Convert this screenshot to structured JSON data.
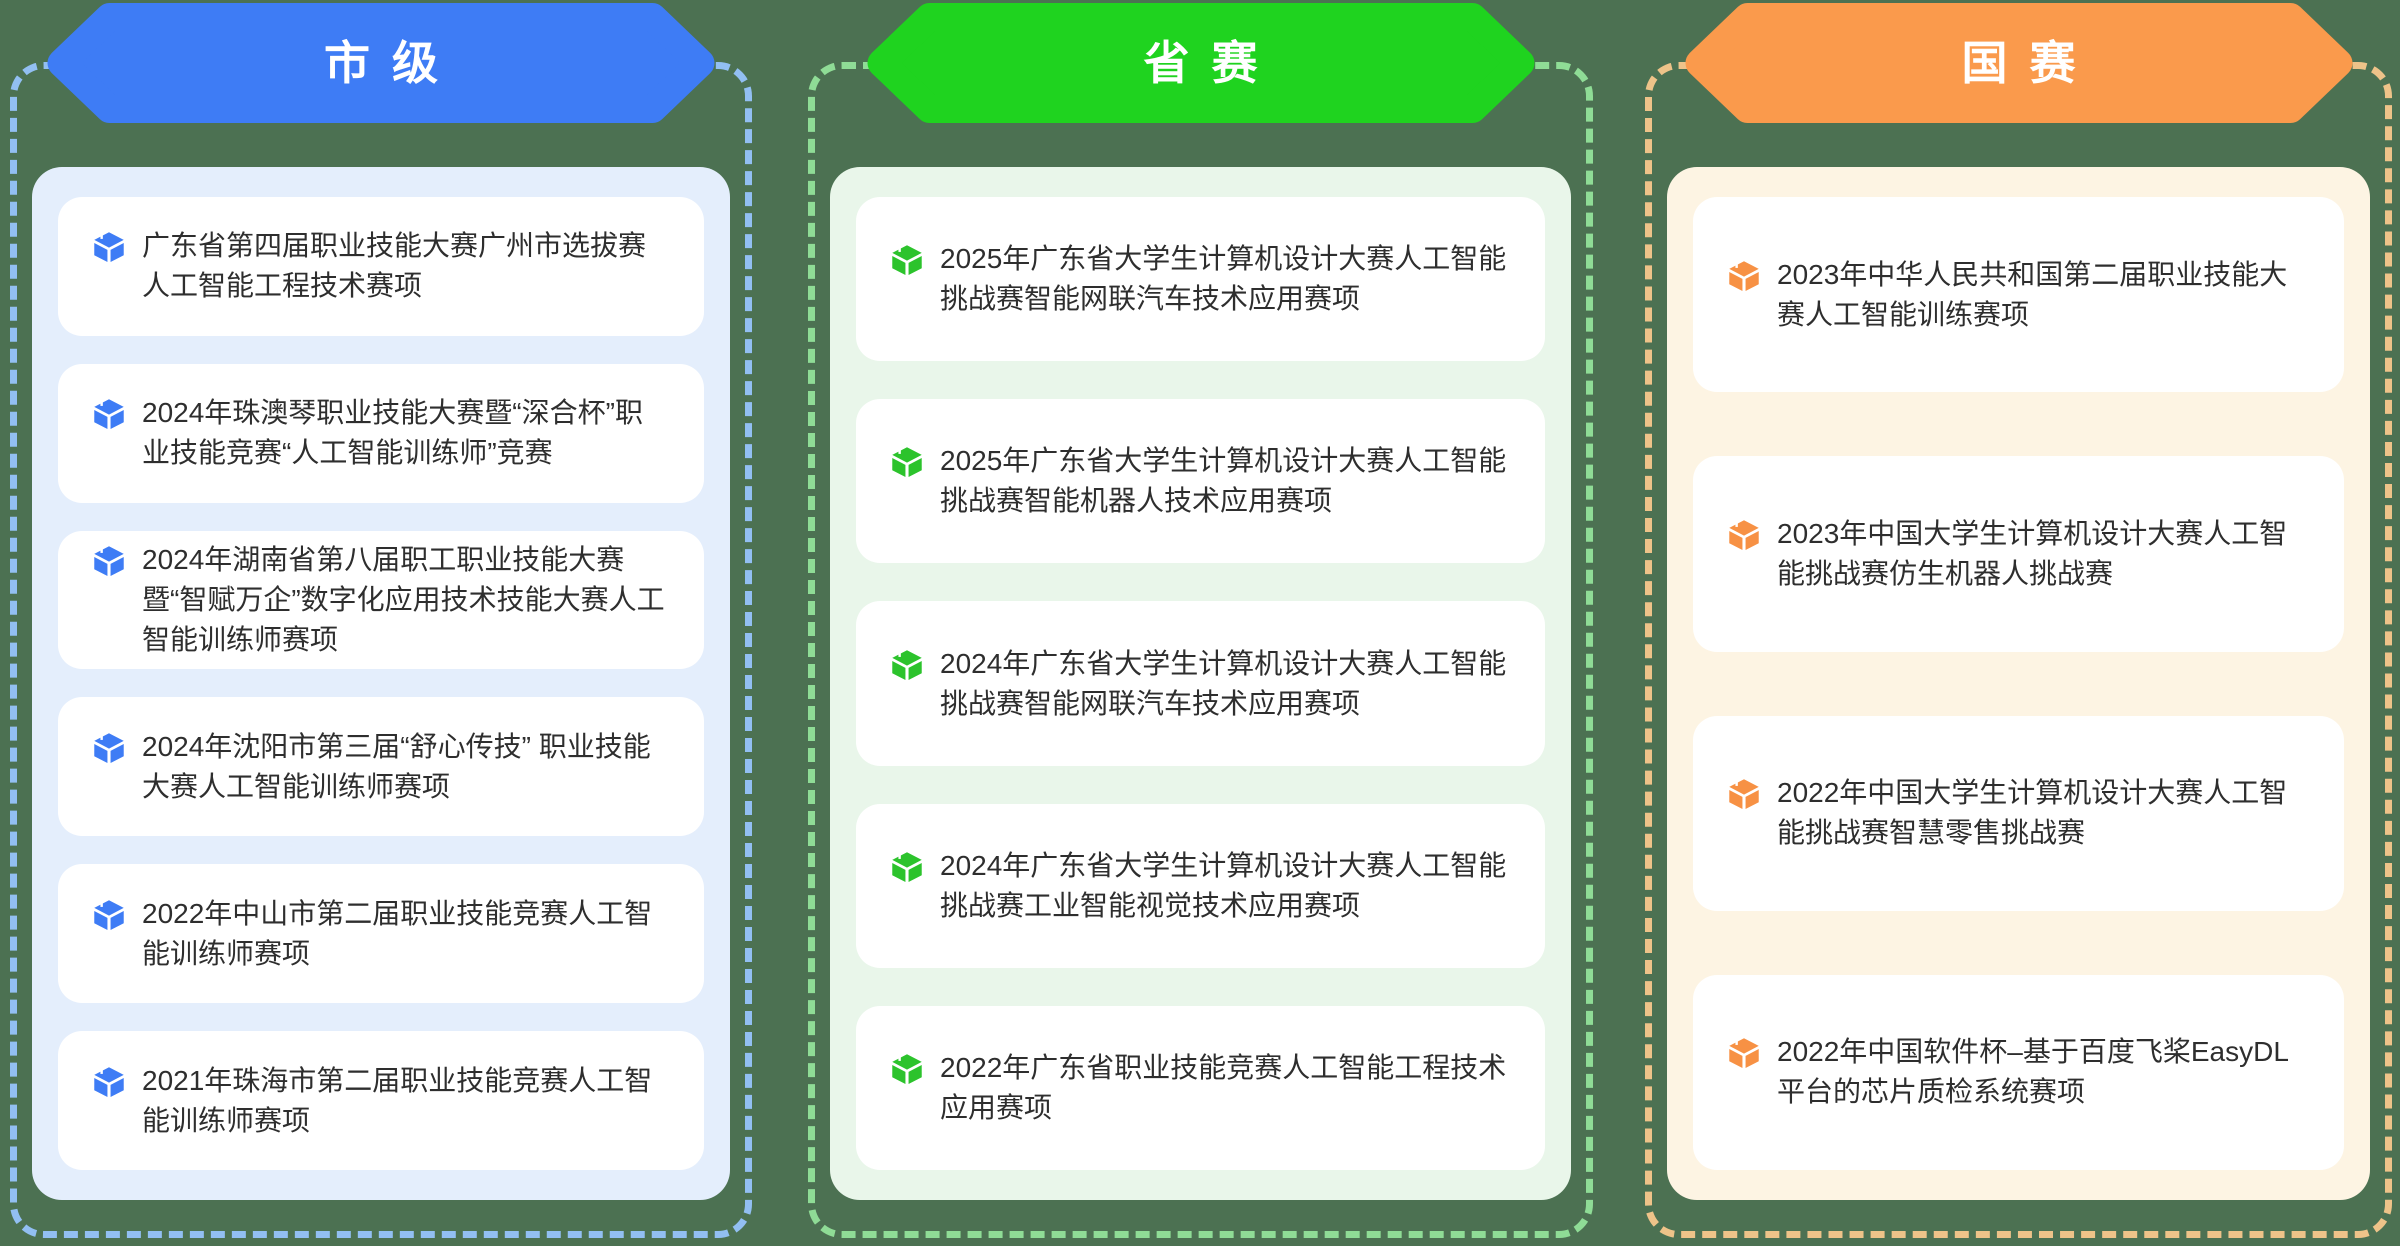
{
  "page": {
    "background_color": "#4c7152"
  },
  "columns": [
    {
      "key": "city",
      "title": "市级",
      "theme": {
        "header_color": "#3e7cf5",
        "dash_color": "#92bff2",
        "panel_color": "#e4eefc",
        "icon_color": "#3e7cf5"
      },
      "items": [
        "广东省第四届职业技能大赛广州市选拔赛人工智能工程技术赛项",
        "2024年珠澳琴职业技能大赛暨“深合杯”职业技能竞赛“人工智能训练师”竞赛",
        "2024年湖南省第八届职工职业技能大赛暨“智赋万企”数字化应用技术技能大赛人工智能训练师赛项",
        "2024年沈阳市第三届“舒心传技” 职业技能大赛人工智能训练师赛项",
        "2022年中山市第二届职业技能竞赛人工智能训练师赛项",
        "2021年珠海市第二届职业技能竞赛人工智能训练师赛项"
      ]
    },
    {
      "key": "province",
      "title": "省赛",
      "theme": {
        "header_color": "#1fd31f",
        "dash_color": "#8fdc96",
        "panel_color": "#e9f6ea",
        "icon_color": "#2cc32c"
      },
      "items": [
        "2025年广东省大学生计算机设计大赛人工智能挑战赛智能网联汽车技术应用赛项",
        "2025年广东省大学生计算机设计大赛人工智能挑战赛智能机器人技术应用赛项",
        "2024年广东省大学生计算机设计大赛人工智能挑战赛智能网联汽车技术应用赛项",
        "2024年广东省大学生计算机设计大赛人工智能挑战赛工业智能视觉技术应用赛项",
        "2022年广东省职业技能竞赛人工智能工程技术应用赛项"
      ]
    },
    {
      "key": "national",
      "title": "国赛",
      "theme": {
        "header_color": "#fa9a4c",
        "dash_color": "#eec389",
        "panel_color": "#fdf4e3",
        "icon_color": "#f79144"
      },
      "items": [
        "2023年中华人民共和国第二届职业技能大赛人工智能训练赛项",
        "2023年中国大学生计算机设计大赛人工智能挑战赛仿生机器人挑战赛",
        "2022年中国大学生计算机设计大赛人工智能挑战赛智慧零售挑战赛",
        "2022年中国软件杯–基于百度飞桨EasyDL平台的芯片质检系统赛项"
      ]
    }
  ]
}
